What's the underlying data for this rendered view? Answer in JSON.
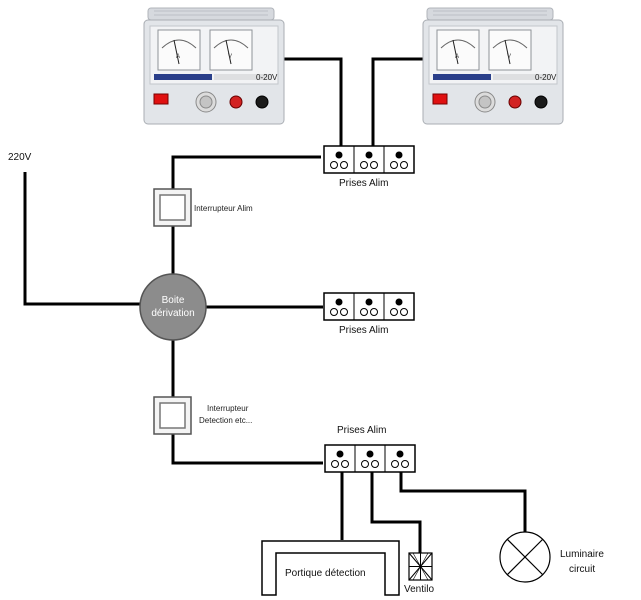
{
  "supply_label": "220V",
  "junction_box_label": [
    "Boite",
    "dérivation"
  ],
  "switch_alim_label": "Interrupteur Alim",
  "switch_detection_label": [
    "Interrupteur",
    "Detection etc..."
  ],
  "outlet_strip_top_label": "Prises Alim",
  "outlet_strip_middle_label": "Prises Alim",
  "outlet_strip_bottom_label": "Prises Alim",
  "portique_label": "Portique détection",
  "ventilo_label": "Ventilo",
  "luminaire_label": [
    "Luminaire",
    "circuit"
  ],
  "psu_left": {
    "meter_a": "A",
    "meter_v": "V",
    "model": "0-20V"
  },
  "psu_right": {
    "meter_a": "A",
    "meter_v": "V",
    "model": "0-20V"
  },
  "colors": {
    "wire": "#000000",
    "junction_box": "#8c8c8c",
    "psu_body": "#e2e5e9",
    "psu_panel": "#f2f3f5",
    "switch_red": "#e01010"
  },
  "icons": [
    "power-supply-icon",
    "outlet-strip-icon",
    "wall-switch-icon",
    "junction-box-icon",
    "fan-icon",
    "lamp-icon"
  ]
}
